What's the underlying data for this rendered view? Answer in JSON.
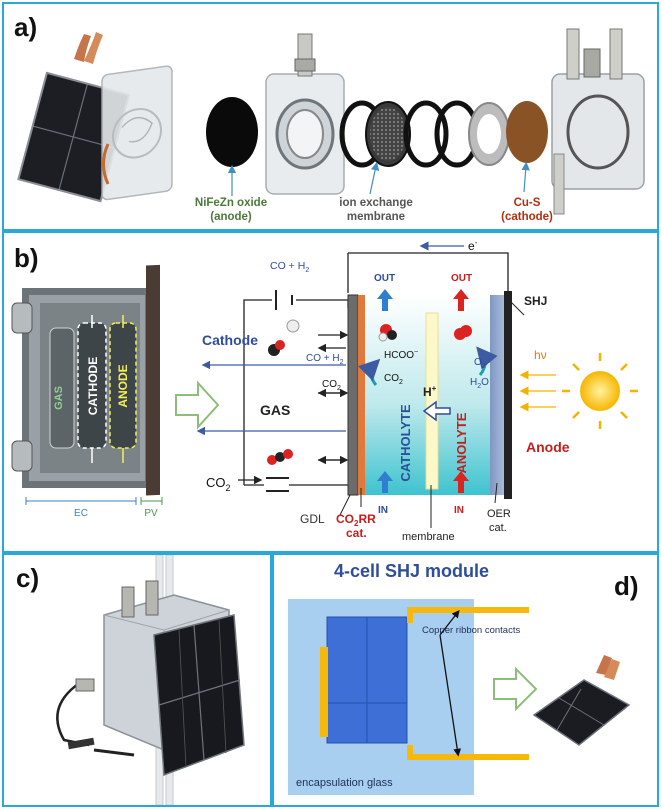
{
  "panel_a": {
    "label": "a)",
    "anode_caption_1": "NiFeZn oxide",
    "anode_caption_2": "(anode)",
    "membrane_caption_1": "ion exchange",
    "membrane_caption_2": "membrane",
    "cathode_caption_1": "Cu-S",
    "cathode_caption_2": "(cathode)"
  },
  "panel_b": {
    "label": "b)",
    "photo_labels": {
      "gas": "GAS",
      "cathode": "CATHODE",
      "anode": "ANODE",
      "ec": "EC",
      "pv": "PV"
    },
    "electron": "e",
    "electron_sup": "-",
    "co_h2_top": "CO + H",
    "co_h2_top_sub": "2",
    "cathode_label": "Cathode",
    "co_h2_mid": "CO + H",
    "co_h2_mid_sub": "2",
    "co2_inner": "CO",
    "co2_inner_sub": "2",
    "gas_label": "GAS",
    "co2_inlet": "CO",
    "co2_inlet_sub": "2",
    "gdl": "GDL",
    "co2rr_1": "CO",
    "co2rr_sub": "2",
    "co2rr_2": "RR",
    "cat_label": "cat.",
    "out_left": "OUT",
    "out_right": "OUT",
    "hcoo": "HCOO",
    "hcoo_sup": "−",
    "co2_catholyte": "CO",
    "co2_catholyte_sub": "2",
    "h_plus": "H",
    "h_plus_sup": "+",
    "catholyte": "CATHOLYTE",
    "anolyte": "ANOLYTE",
    "o2": "O",
    "o2_sub": "2",
    "h2o": "H",
    "h2o_sub": "2",
    "h2o_end": "O",
    "in_left": "IN",
    "in_right": "IN",
    "membrane": "membrane",
    "oer_1": "OER",
    "oer_2": "cat.",
    "shj": "SHJ",
    "hv": "hν",
    "anode_label": "Anode"
  },
  "panel_c": {
    "label": "c)"
  },
  "panel_d": {
    "label": "d)",
    "title": "4-cell SHJ module",
    "ribbon": "Copper ribbon contacts",
    "glass": "encapsulation glass"
  },
  "colors": {
    "border": "#29a9d8",
    "cathode_text": "#2e4d9b",
    "anode_text": "#c41e1e",
    "anode_caption": "#4a7a3a",
    "membrane_caption": "#555555",
    "cathode_caption": "#b03010",
    "glass": "#a9cff0",
    "cell": "#3d6fd6",
    "ribbon": "#f6b80b"
  }
}
